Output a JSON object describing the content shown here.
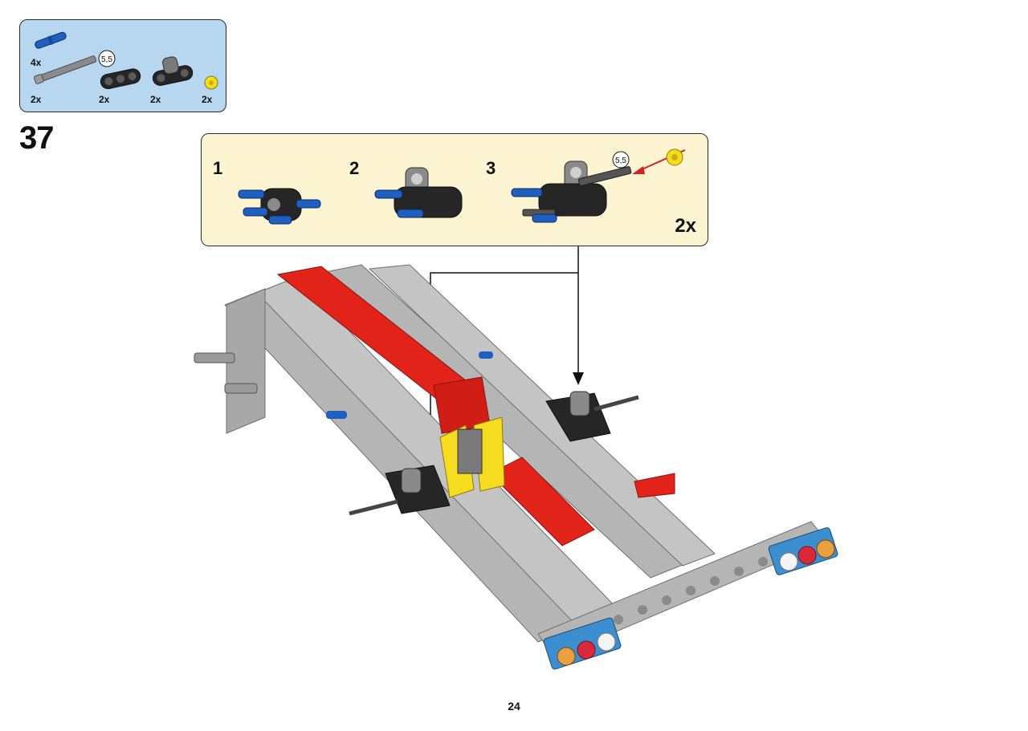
{
  "parts_list": {
    "items": [
      {
        "name": "blue-pin-with-axle",
        "qty": "4x"
      },
      {
        "name": "grey-axle-5-5",
        "qty": "2x",
        "length_badge": "5,5"
      },
      {
        "name": "black-beam-3",
        "qty": "2x"
      },
      {
        "name": "black-beam-with-axle-holes",
        "qty": "2x"
      },
      {
        "name": "yellow-bush",
        "qty": "2x"
      }
    ]
  },
  "step": {
    "number": "37"
  },
  "sub_assembly": {
    "steps": [
      "1",
      "2",
      "3"
    ],
    "axle_badge": "5,5",
    "multiplier": "2x"
  },
  "page": {
    "number": "24"
  },
  "colors": {
    "parts_bg": "#b7d6f0",
    "sub_bg": "#fdf4d2",
    "beam_grey": "#b5b5b5",
    "beam_red": "#e2231a",
    "pin_blue": "#1f5fbf",
    "yellow": "#f5dc1e",
    "black": "#262626"
  }
}
